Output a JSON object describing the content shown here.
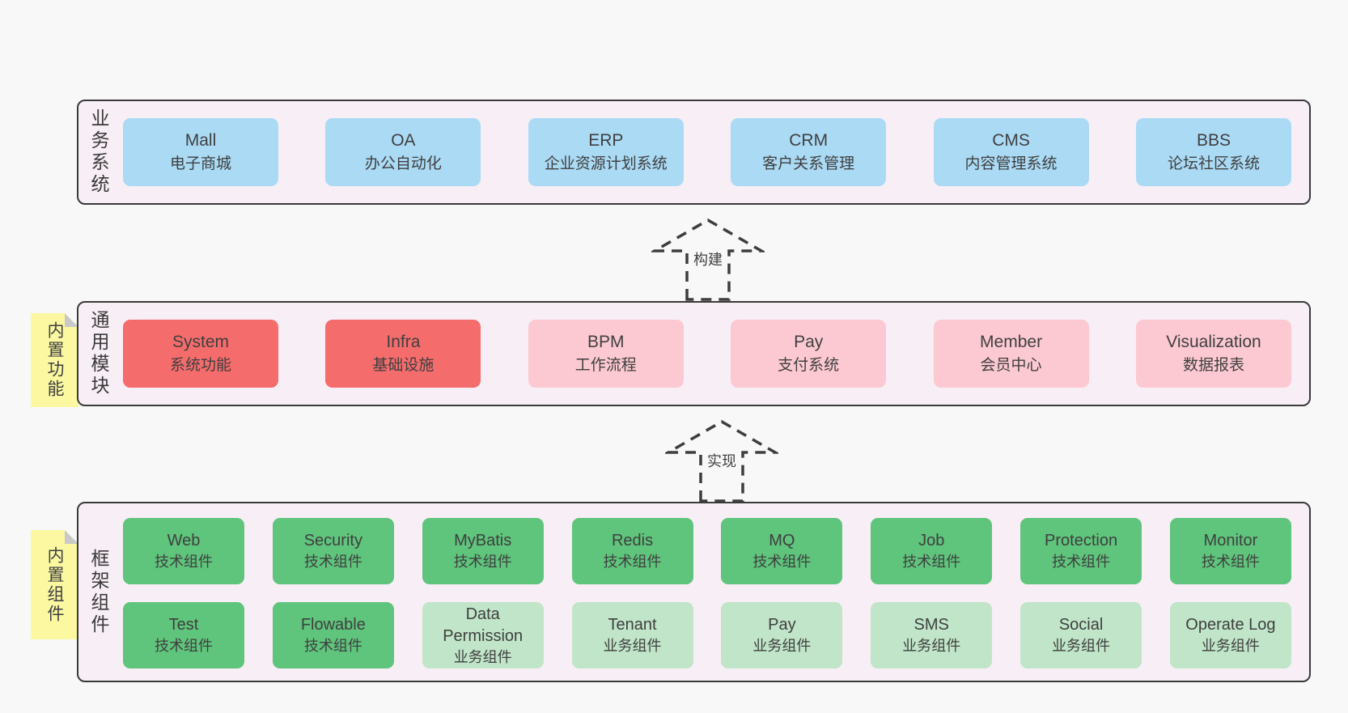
{
  "colors": {
    "page_background": "#f8f8f8",
    "band_background": "#f8eef6",
    "band_border": "#3a3a3a",
    "blue_box": "#abdaf5",
    "red_box": "#f56c6c",
    "pink_box": "#fcc9d2",
    "green_box": "#5fc47c",
    "light_green_box": "#c0e5c8",
    "sticky_yellow": "#fbf8a1",
    "sticky_fold_gray": "#c9c9c9",
    "text": "#3f3f3f"
  },
  "band1": {
    "label": "业务系统",
    "boxes": [
      {
        "title": "Mall",
        "subtitle": "电子商城",
        "variant": "blue"
      },
      {
        "title": "OA",
        "subtitle": "办公自动化",
        "variant": "blue"
      },
      {
        "title": "ERP",
        "subtitle": "企业资源计划系统",
        "variant": "blue"
      },
      {
        "title": "CRM",
        "subtitle": "客户关系管理",
        "variant": "blue"
      },
      {
        "title": "CMS",
        "subtitle": "内容管理系统",
        "variant": "blue"
      },
      {
        "title": "BBS",
        "subtitle": "论坛社区系统",
        "variant": "blue"
      }
    ]
  },
  "arrow1": {
    "label": "构建"
  },
  "band2": {
    "label": "通用模块",
    "sticky": "内置功能",
    "boxes": [
      {
        "title": "System",
        "subtitle": "系统功能",
        "variant": "red"
      },
      {
        "title": "Infra",
        "subtitle": "基础设施",
        "variant": "red"
      },
      {
        "title": "BPM",
        "subtitle": "工作流程",
        "variant": "pink"
      },
      {
        "title": "Pay",
        "subtitle": "支付系统",
        "variant": "pink"
      },
      {
        "title": "Member",
        "subtitle": "会员中心",
        "variant": "pink"
      },
      {
        "title": "Visualization",
        "subtitle": "数据报表",
        "variant": "pink"
      }
    ]
  },
  "arrow2": {
    "label": "实现"
  },
  "band3": {
    "label": "框架组件",
    "sticky": "内置组件",
    "row1": [
      {
        "title": "Web",
        "subtitle": "技术组件",
        "variant": "green"
      },
      {
        "title": "Security",
        "subtitle": "技术组件",
        "variant": "green"
      },
      {
        "title": "MyBatis",
        "subtitle": "技术组件",
        "variant": "green"
      },
      {
        "title": "Redis",
        "subtitle": "技术组件",
        "variant": "green"
      },
      {
        "title": "MQ",
        "subtitle": "技术组件",
        "variant": "green"
      },
      {
        "title": "Job",
        "subtitle": "技术组件",
        "variant": "green"
      },
      {
        "title": "Protection",
        "subtitle": "技术组件",
        "variant": "green"
      },
      {
        "title": "Monitor",
        "subtitle": "技术组件",
        "variant": "green"
      }
    ],
    "row2": [
      {
        "title": "Test",
        "subtitle": "技术组件",
        "variant": "green"
      },
      {
        "title": "Flowable",
        "subtitle": "技术组件",
        "variant": "green"
      },
      {
        "title": "Data Permission",
        "subtitle": "业务组件",
        "variant": "lightgreen"
      },
      {
        "title": "Tenant",
        "subtitle": "业务组件",
        "variant": "lightgreen"
      },
      {
        "title": "Pay",
        "subtitle": "业务组件",
        "variant": "lightgreen"
      },
      {
        "title": "SMS",
        "subtitle": "业务组件",
        "variant": "lightgreen"
      },
      {
        "title": "Social",
        "subtitle": "业务组件",
        "variant": "lightgreen"
      },
      {
        "title": "Operate Log",
        "subtitle": "业务组件",
        "variant": "lightgreen"
      }
    ]
  }
}
